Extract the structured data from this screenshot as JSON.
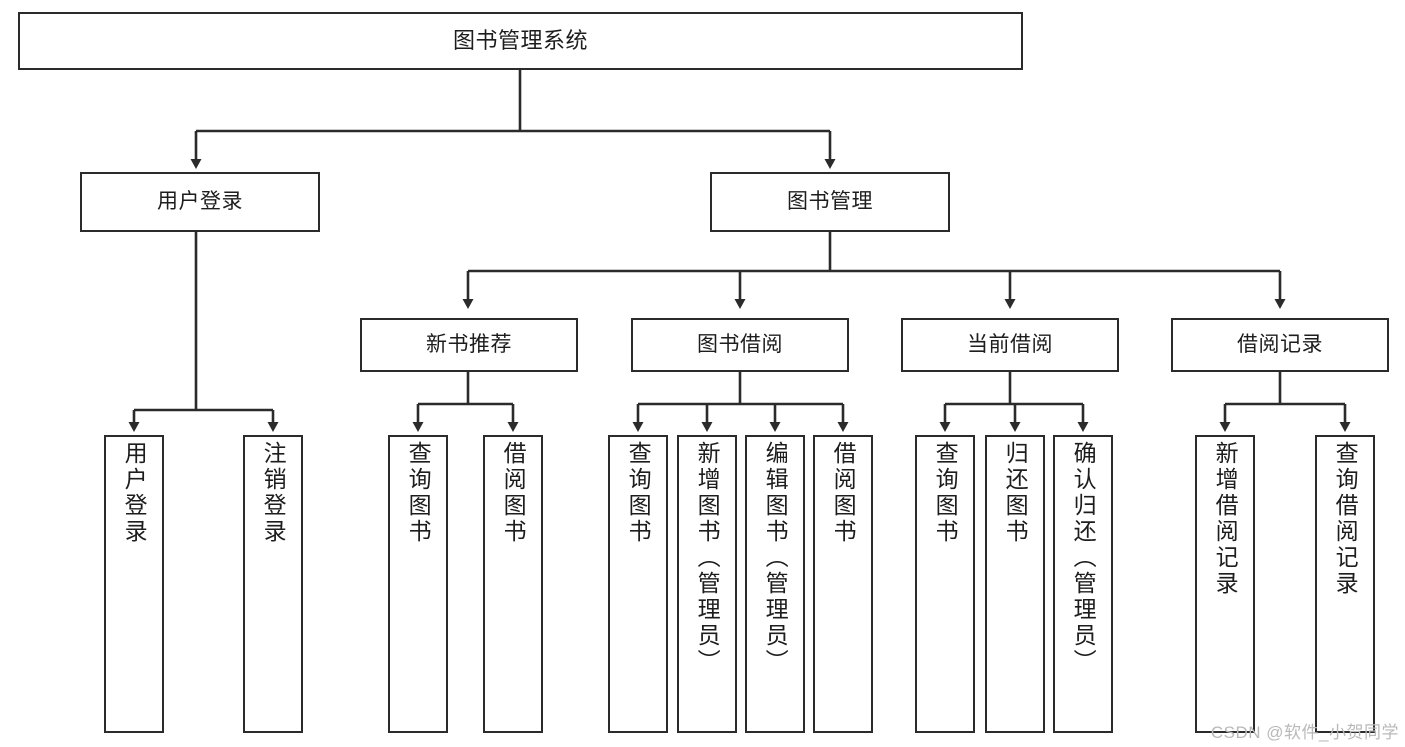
{
  "diagram": {
    "type": "tree-hierarchy",
    "title": "图书管理系统",
    "colors": {
      "box_border": "#2b2b2b",
      "box_fill": "#ffffff",
      "edge": "#2b2b2b",
      "text": "#1d1d1d",
      "watermark": "#b9b9b9"
    },
    "root": {
      "label": "图书管理系统"
    },
    "level1": [
      {
        "id": "user-login",
        "label": "用户登录"
      },
      {
        "id": "book-management",
        "label": "图书管理"
      }
    ],
    "level2": [
      {
        "id": "new-book-recommend",
        "label": "新书推荐",
        "parent": "book-management"
      },
      {
        "id": "book-borrow",
        "label": "图书借阅",
        "parent": "book-management"
      },
      {
        "id": "current-borrow",
        "label": "当前借阅",
        "parent": "book-management"
      },
      {
        "id": "borrow-record",
        "label": "借阅记录",
        "parent": "book-management"
      }
    ],
    "leaves": {
      "user-login": [
        {
          "id": "leaf-user-login",
          "label": "用户登录"
        },
        {
          "id": "leaf-user-logout",
          "label": "注销登录"
        }
      ],
      "new-book-recommend": [
        {
          "id": "leaf-query-book-1",
          "label": "查询图书"
        },
        {
          "id": "leaf-borrow-book-1",
          "label": "借阅图书"
        }
      ],
      "book-borrow": [
        {
          "id": "leaf-query-book-2",
          "label": "查询图书"
        },
        {
          "id": "leaf-add-book",
          "label": "新增图书（管理员）"
        },
        {
          "id": "leaf-edit-book",
          "label": "编辑图书（管理员）"
        },
        {
          "id": "leaf-borrow-book-2",
          "label": "借阅图书"
        }
      ],
      "current-borrow": [
        {
          "id": "leaf-query-book-3",
          "label": "查询图书"
        },
        {
          "id": "leaf-return-book",
          "label": "归还图书"
        },
        {
          "id": "leaf-confirm-return",
          "label": "确认归还（管理员）"
        }
      ],
      "borrow-record": [
        {
          "id": "leaf-add-record",
          "label": "新增借阅记录"
        },
        {
          "id": "leaf-query-record",
          "label": "查询借阅记录"
        }
      ]
    },
    "watermark": "CSDN @软件_小贺同学"
  }
}
